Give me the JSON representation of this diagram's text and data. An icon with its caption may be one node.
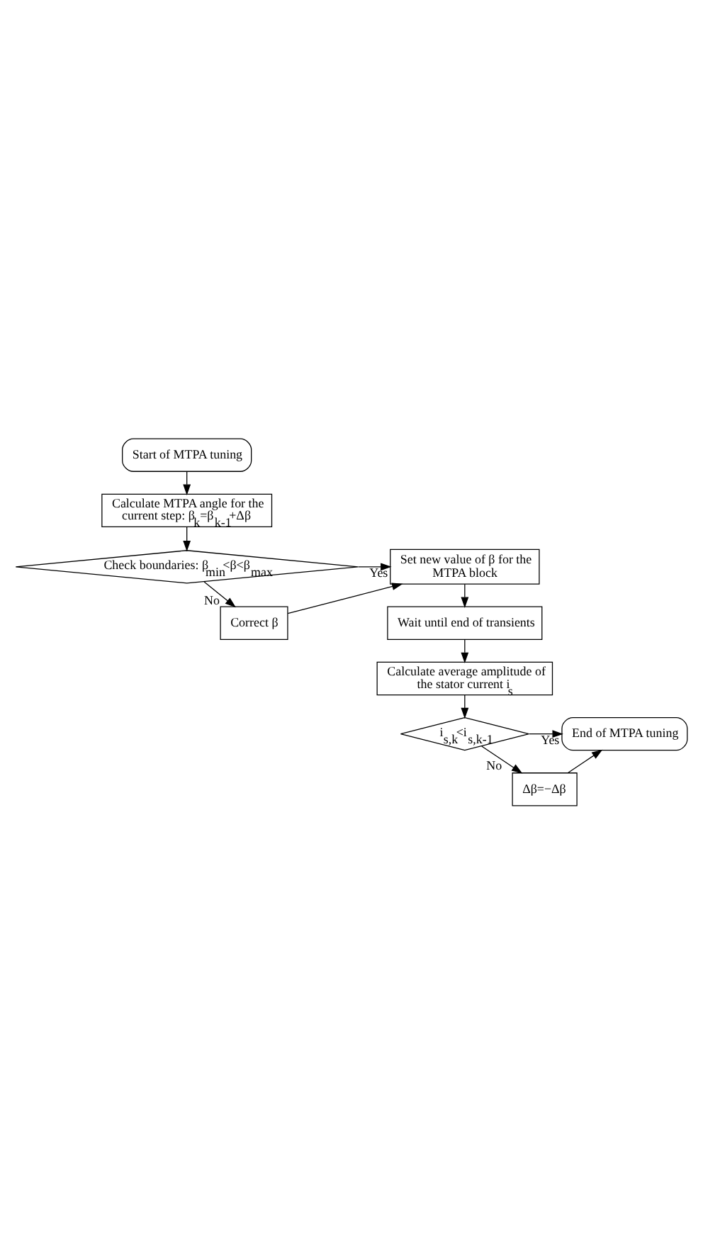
{
  "diagram": {
    "nodes": [
      {
        "text": [
          "Start of MTPA tuning"
        ]
      },
      {
        "text": [
          "Calculate MTPA angle for the current step: β$_{k}$=β$_{k-1}$+Δβ"
        ]
      },
      {
        "text": [
          "Check boundaries: β$_{min}$<β<β$_{max}$"
        ]
      },
      {
        "text": [
          "Correct β"
        ]
      },
      {
        "text": [
          "Set new value of β for the MTPA block"
        ]
      },
      {
        "text": [
          "Wait until end of transients"
        ]
      },
      {
        "text": [
          "Calculate average amplitude of the stator current i$_{s}$"
        ]
      },
      {
        "text": [
          "i$_{s,k}$<i$_{s,k-1}$"
        ]
      },
      {
        "text": [
          "Δβ=−Δβ"
        ]
      },
      {
        "text": [
          "End of MTPA tuning"
        ]
      }
    ],
    "edges": [
      {
        "from": 0,
        "to": 1,
        "arrow": "to"
      },
      {
        "from": 1,
        "to": 2,
        "arrow": "to"
      },
      {
        "from": 2,
        "to": 3,
        "label": "No",
        "arrow": "to"
      },
      {
        "from": 2,
        "to": 4,
        "label": "Yes",
        "arrow": "to"
      },
      {
        "from": 3,
        "to": 4,
        "arrow": "to"
      },
      {
        "from": 4,
        "to": 5,
        "arrow": "to"
      },
      {
        "from": 5,
        "to": 6,
        "arrow": "to"
      },
      {
        "from": 6,
        "to": 7,
        "arrow": "to"
      },
      {
        "from": 7,
        "to": 8,
        "label": "No",
        "arrow": "to"
      },
      {
        "from": 7,
        "to": 9,
        "label": "Yes",
        "arrow": "to"
      },
      {
        "from": 8,
        "to": 9,
        "arrow": "to"
      }
    ]
  }
}
